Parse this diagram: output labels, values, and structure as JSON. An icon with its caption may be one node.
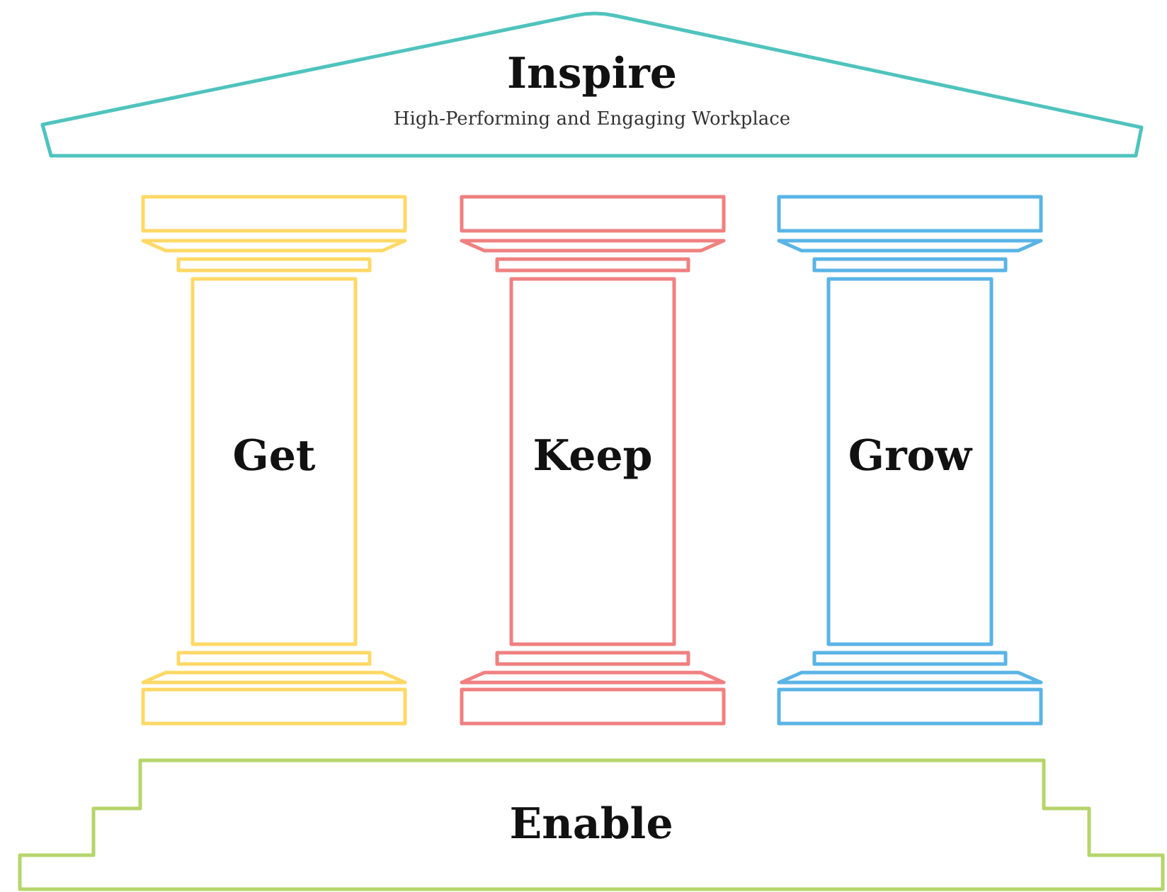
{
  "diagram": {
    "nodes": [
      {
        "text": [
          "Inspire",
          "High-Performing and Engaging Workplace"
        ]
      },
      {
        "text": [
          "Get"
        ]
      },
      {
        "text": [
          "Keep"
        ]
      },
      {
        "text": [
          "Grow"
        ]
      },
      {
        "text": [
          "Enable"
        ]
      }
    ]
  }
}
